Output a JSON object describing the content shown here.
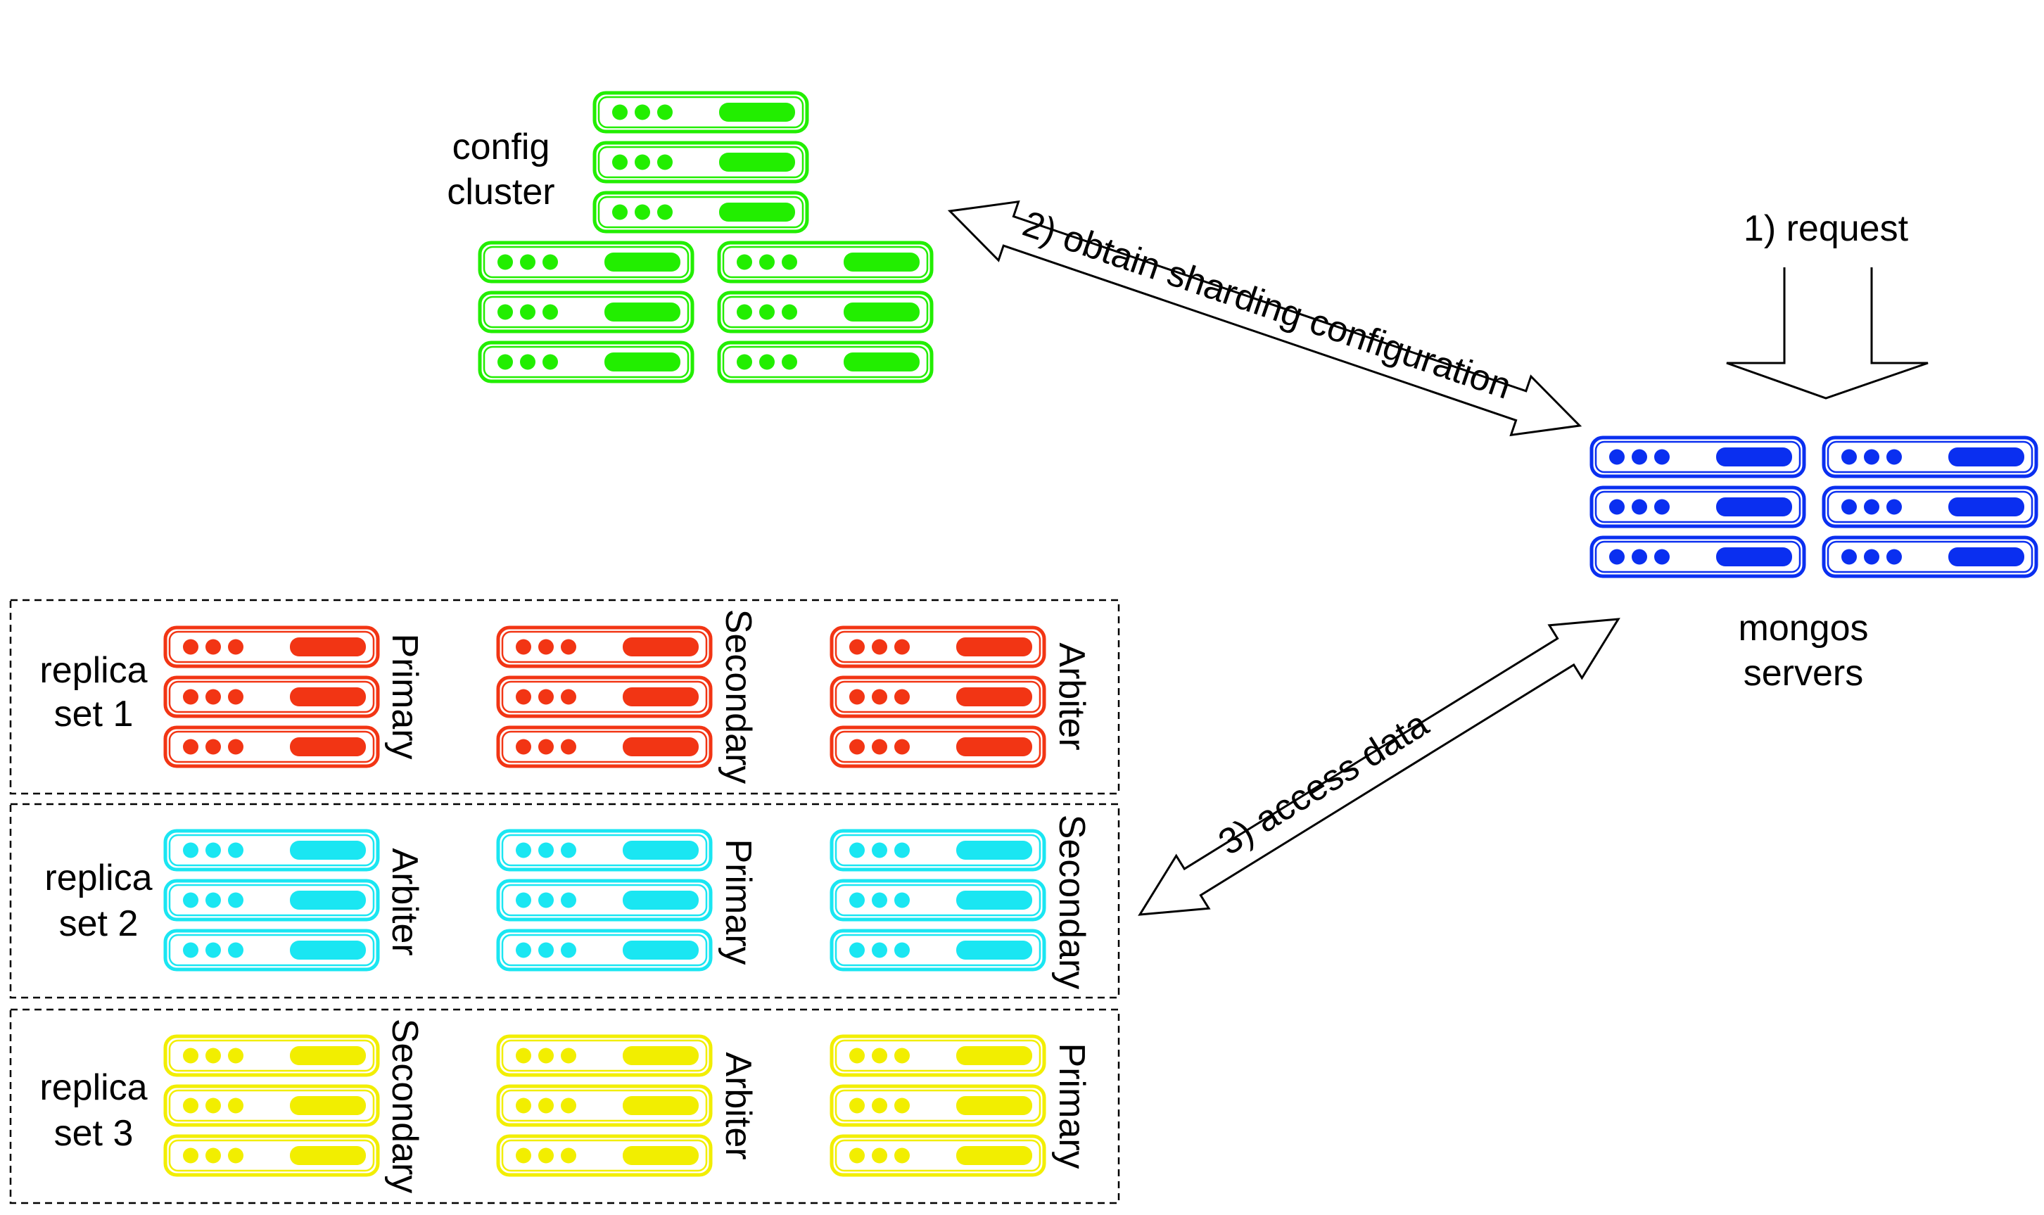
{
  "colors": {
    "config": "#22ee00",
    "mongos": "#0a2ff0",
    "replica_set_1": "#f23514",
    "replica_set_2": "#1ae6f2",
    "replica_set_3": "#f2ee00",
    "arrow_stroke": "#000000",
    "group_border": "#000000"
  },
  "icons": {
    "server": "server-rack-icon",
    "flow": "double-arrow-icon"
  },
  "config_cluster": {
    "label_line1": "config",
    "label_line2": "cluster"
  },
  "mongos": {
    "label_line1": "mongos",
    "label_line2": "servers"
  },
  "arrows": {
    "request": "1) request",
    "obtain_config": "2) obtain sharding configuration",
    "access_data": "3) access data"
  },
  "replica_sets": [
    {
      "label_line1": "replica",
      "label_line2": "set 1",
      "roles": [
        "Primary",
        "Secondary",
        "Arbiter"
      ]
    },
    {
      "label_line1": "replica",
      "label_line2": "set 2",
      "roles": [
        "Arbiter",
        "Primary",
        "Secondary"
      ]
    },
    {
      "label_line1": "replica",
      "label_line2": "set 3",
      "roles": [
        "Secondary",
        "Arbiter",
        "Primary"
      ]
    }
  ]
}
